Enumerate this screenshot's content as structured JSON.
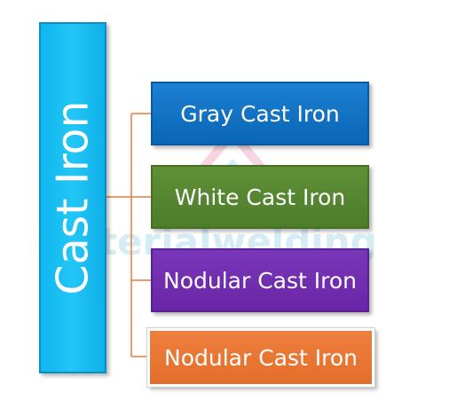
{
  "diagram": {
    "root": {
      "label": "Cast Iron"
    },
    "children": [
      {
        "label": "Gray Cast Iron"
      },
      {
        "label": "White Cast Iron"
      },
      {
        "label": "Nodular Cast Iron"
      },
      {
        "label": "Nodular Cast Iron"
      }
    ],
    "connector_color": "#f07a3b",
    "colors": {
      "root_fill": "#1cc0f2",
      "gray": "#0a6fc2",
      "white": "#548235",
      "nodular_purple": "#7030a0",
      "nodular_orange": "#ed7d31"
    }
  },
  "watermark": {
    "text": "materialwelding"
  }
}
